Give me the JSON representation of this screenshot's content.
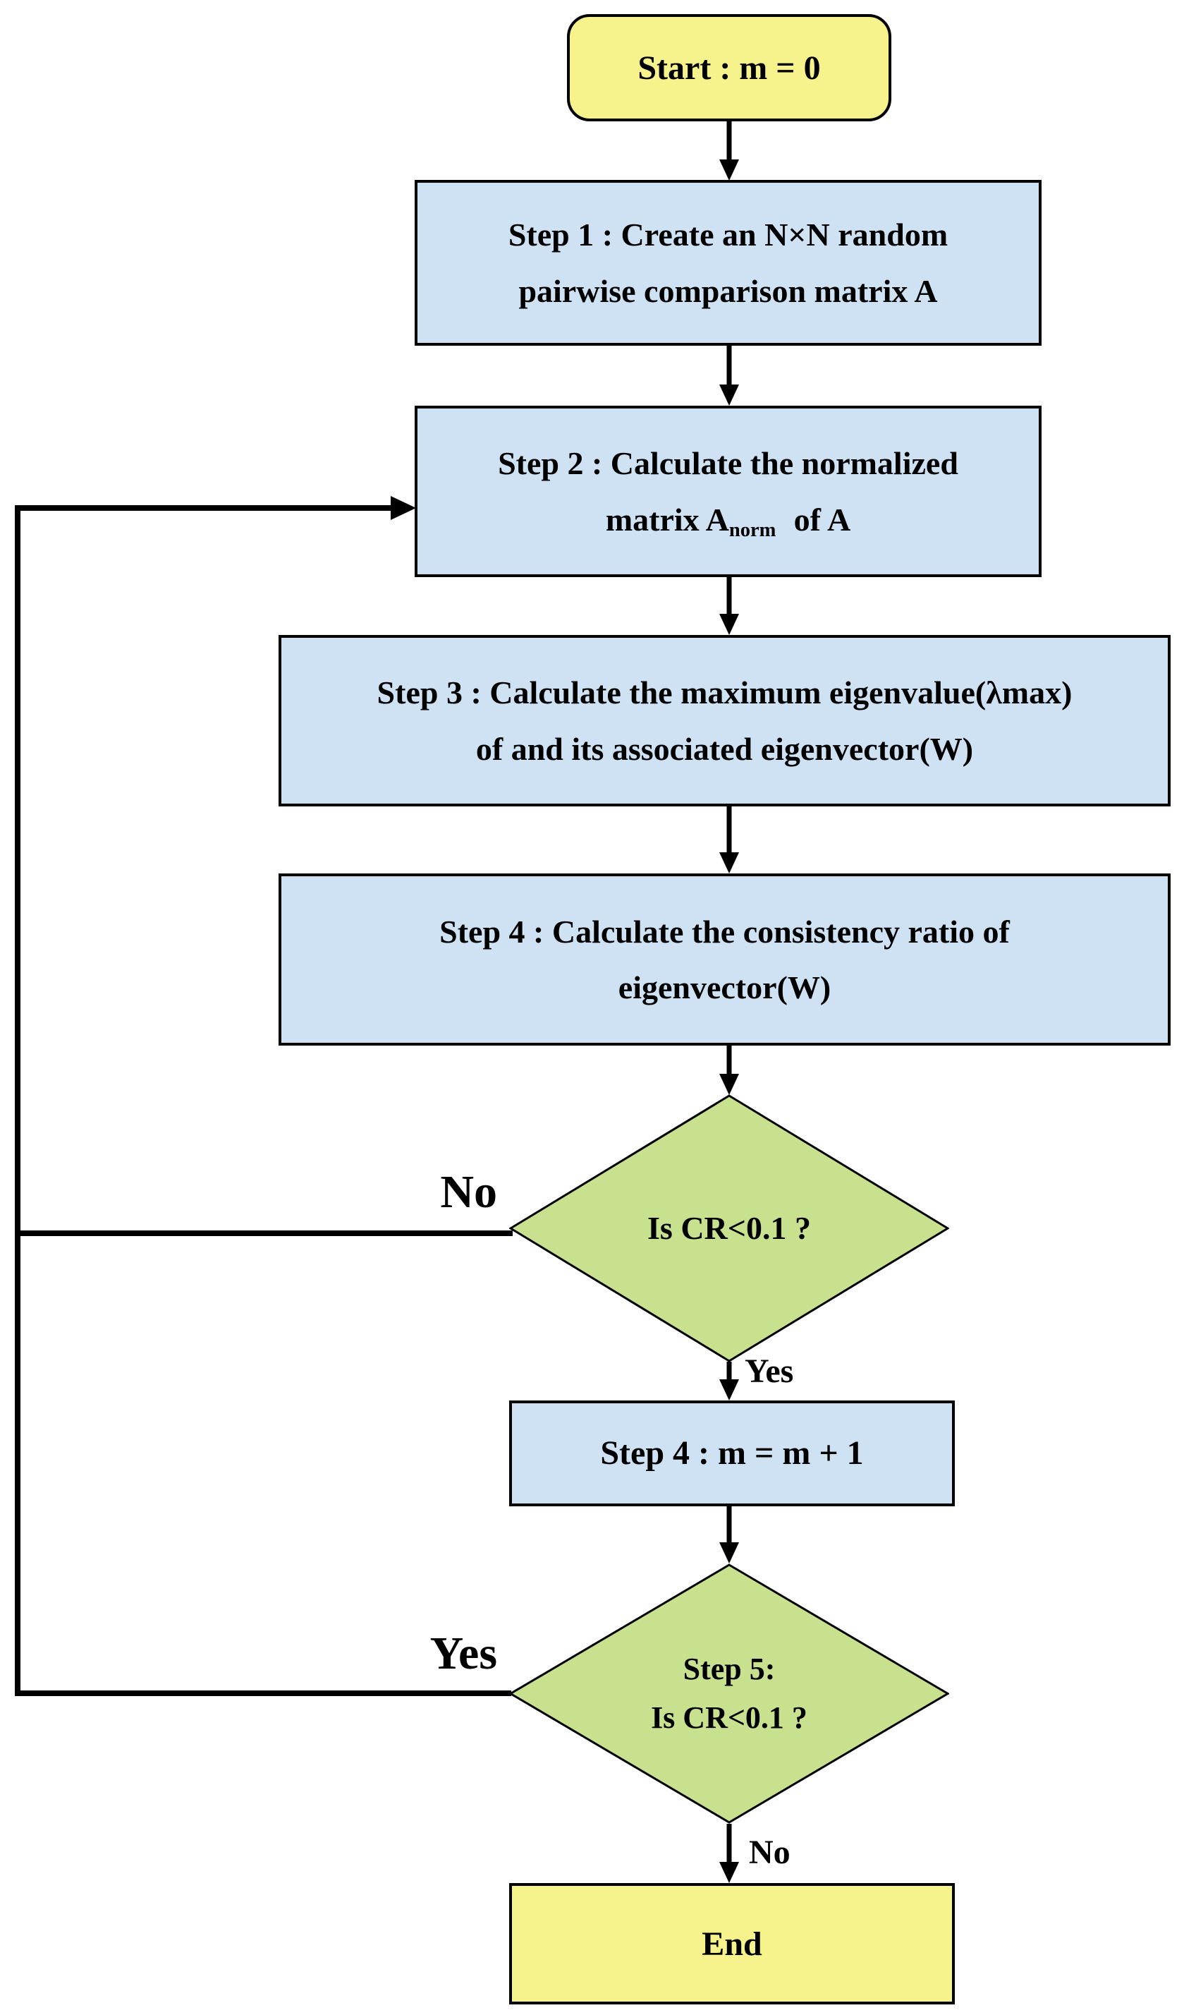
{
  "colors": {
    "process_fill": "#CFE2F3",
    "decision_fill": "#C8E18F",
    "terminal_fill": "#F6F28C",
    "line_color": "#000000"
  },
  "nodes": {
    "start": {
      "label": "Start : m = 0"
    },
    "step1": {
      "lines": [
        "Step 1 : Create an N×N random",
        "pairwise comparison matrix A"
      ]
    },
    "step2": {
      "line1": "Step 2 : Calculate the normalized",
      "line2_prefix": "matrix A",
      "line2_sub": "norm",
      "line2_suffix": "of A"
    },
    "step3": {
      "lines": [
        "Step 3 : Calculate the maximum eigenvalue(λmax)",
        "of and its associated eigenvector(W)"
      ]
    },
    "step4": {
      "lines": [
        "Step 4 : Calculate the consistency ratio of",
        "eigenvector(W)"
      ]
    },
    "decision1": {
      "label": "Is CR<0.1 ?"
    },
    "step4b": {
      "label": "Step 4 : m = m + 1"
    },
    "decision2": {
      "lines": [
        "Step 5:",
        "Is CR<0.1 ?"
      ]
    },
    "end": {
      "label": "End"
    }
  },
  "edge_labels": {
    "decision1_no": "No",
    "decision1_yes": "Yes",
    "decision2_yes": "Yes",
    "decision2_no": "No"
  }
}
